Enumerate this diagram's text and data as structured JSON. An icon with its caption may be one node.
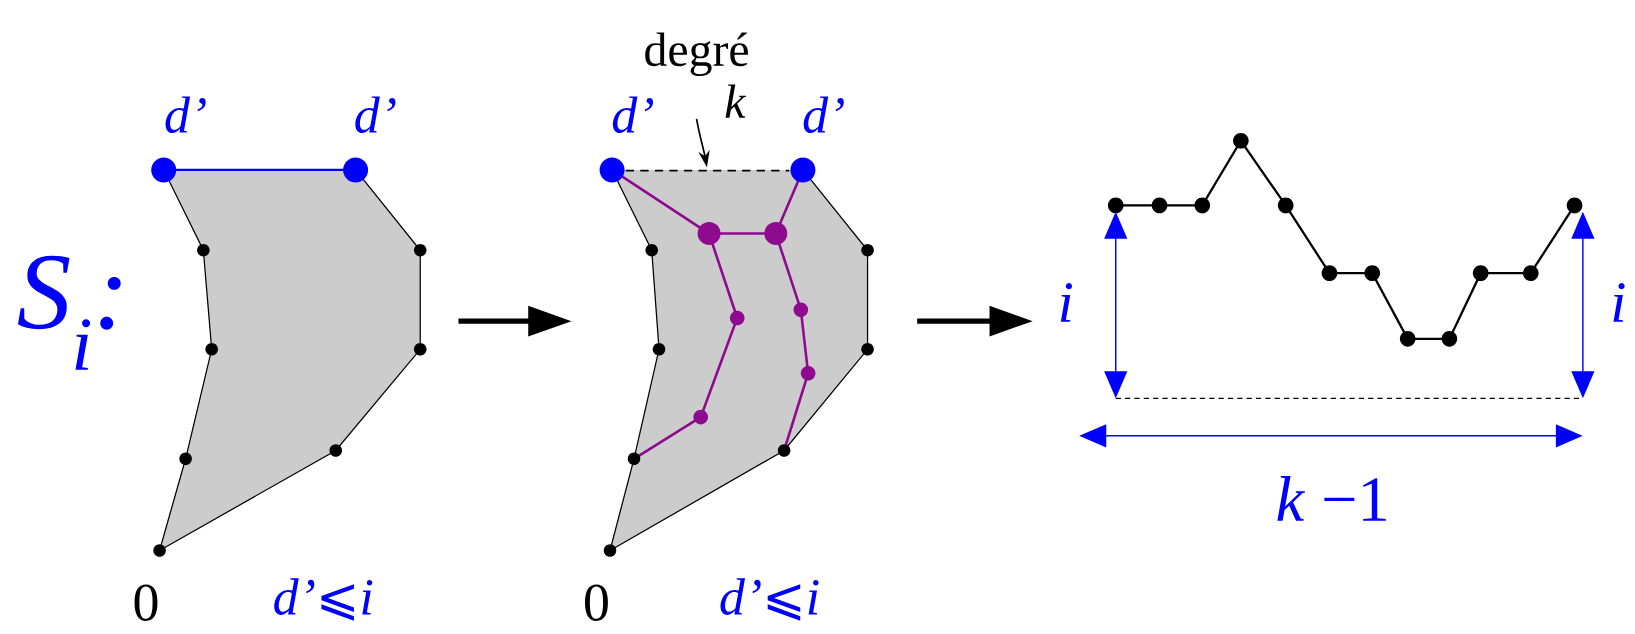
{
  "diagram": {
    "nodes": [
      {
        "text": [],
        "shape": "picture",
        "beside": [
          "S$_{i}$:",
          "d’",
          "d’",
          "0",
          "d’⩽i"
        ]
      },
      {
        "text": [],
        "shape": "picture",
        "beside": [
          "d’",
          "0",
          "d’⩽i"
        ]
      },
      {
        "text": [],
        "shape": "picture",
        "beside": [
          "i",
          "i",
          "*k* −1"
        ]
      },
      {
        "text": [
          "degré",
          "k"
        ]
      },
      {
        "text": [],
        "shape": "line",
        "in": 1
      }
    ],
    "edges": [
      {
        "from": 0,
        "to": 1,
        "arrow": "to"
      },
      {
        "from": 1,
        "to": 2,
        "arrow": "to"
      },
      {
        "from": 3,
        "to": 4,
        "arrow": "to"
      }
    ],
    "labels": [
      "d’"
    ]
  }
}
